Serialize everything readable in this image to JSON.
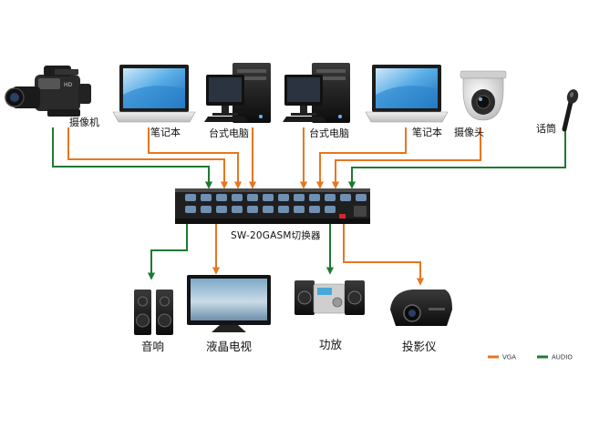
{
  "colors": {
    "vga": "#E8761E",
    "audio": "#1E7A33"
  },
  "inputs": {
    "camcorder": "摄像机",
    "laptop_left": "笔记本",
    "desktop_left": "台式电脑",
    "desktop_right": "台式电脑",
    "laptop_right": "笔记本",
    "dome_camera": "摄像头",
    "microphone": "话筒"
  },
  "switcher": {
    "model_label": "SW-20GASM切换器"
  },
  "outputs": {
    "speakers": "音响",
    "lcd_tv": "液晶电视",
    "amplifier": "功放",
    "projector": "投影仪"
  },
  "legend": {
    "vga_label": "VGA",
    "audio_label": "AUDIO"
  }
}
